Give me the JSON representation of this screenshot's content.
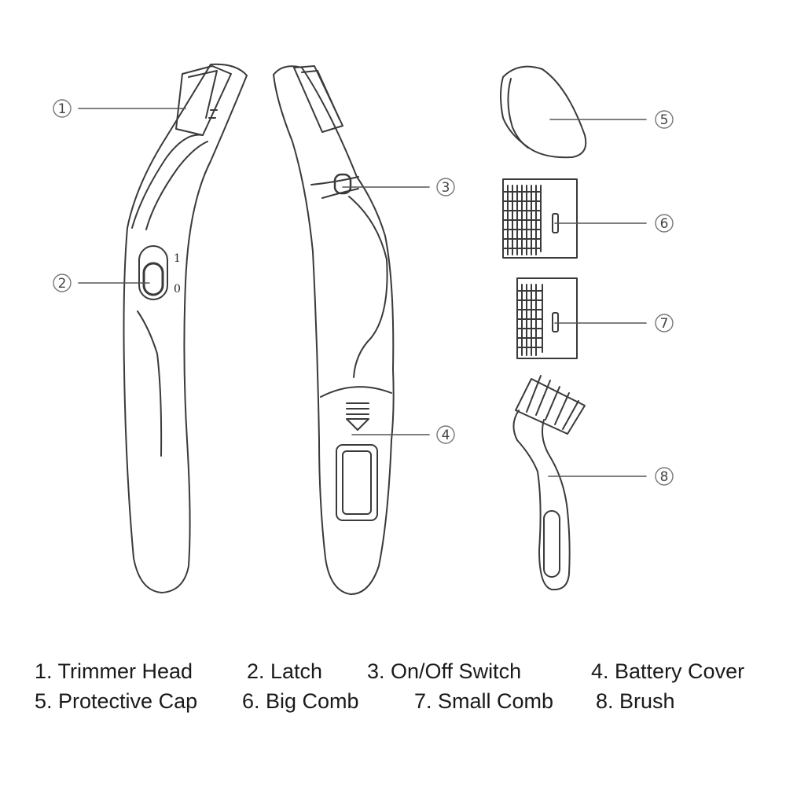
{
  "switch_marks": {
    "on": "1",
    "off": "0"
  },
  "callouts": [
    "1",
    "2",
    "3",
    "4",
    "5",
    "6",
    "7",
    "8"
  ],
  "legend": [
    "1. Trimmer Head",
    "2. Latch",
    "3. On/Off Switch",
    "4. Battery Cover",
    "5. Protective Cap",
    "6. Big Comb",
    "7. Small Comb",
    "8. Brush"
  ],
  "colors": {
    "line": "#3a3a3a",
    "text": "#1a1a1a",
    "callout": "#666666"
  }
}
